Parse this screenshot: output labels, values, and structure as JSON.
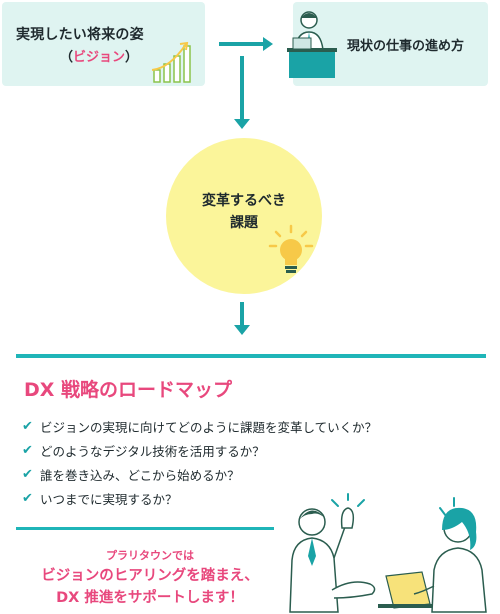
{
  "vision_box": {
    "title": "実現したい将来の姿",
    "sub_open": "（",
    "sub_pink": "ビジョン",
    "sub_close": "）"
  },
  "work_box": {
    "title": "現状の仕事の進め方"
  },
  "challenge": {
    "line1": "変革するべき",
    "line2": "課題"
  },
  "roadmap": {
    "title": "DX 戦略のロードマップ",
    "items": [
      "ビジョンの実現に向けてどのように課題を変革していくか？",
      "どのようなデジタル技術を活用するか？",
      "誰を巻き込み、どこから始めるか？",
      "いつまでに実現するか？"
    ]
  },
  "footer": {
    "small": "プラリタウンでは",
    "line1": "ビジョンのヒアリングを踏まえ、",
    "line2": "DX 推進をサポートします！"
  },
  "colors": {
    "teal": "#1aa3a6",
    "pink": "#e8487d",
    "box_bg": "#dff4f1",
    "bulb_circle": "#fbf59a",
    "bulb": "#f7c948"
  },
  "icons": [
    "growth-chart-icon",
    "office-worker-icon",
    "lightbulb-icon",
    "arrow-right-icon",
    "arrow-down-icon",
    "check-icon",
    "meeting-people-icon"
  ]
}
